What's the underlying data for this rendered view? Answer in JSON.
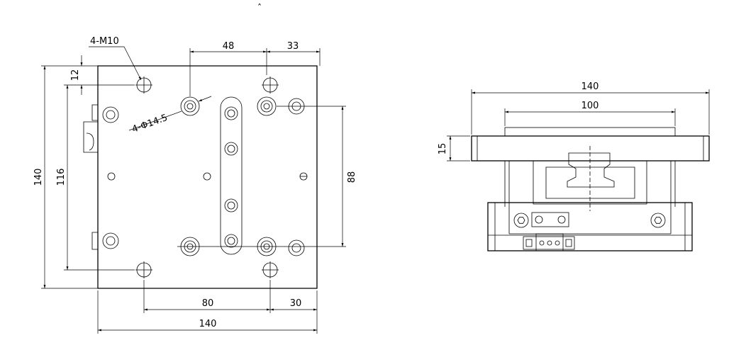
{
  "marks": {
    "top": "ˆ"
  },
  "top_view": {
    "dimensions": {
      "tapped_holes_callout": "4-M10",
      "bore_callout": "4-Φ14.5",
      "top_pitch": "48",
      "top_edge_offset": "33",
      "vertical_edge_offset": "12",
      "overall_height": "140",
      "inner_height": "116",
      "bore_pitch_vertical": "88",
      "bottom_pitch": "80",
      "bottom_edge_offset": "30",
      "overall_width": "140"
    }
  },
  "side_view": {
    "dimensions": {
      "overall_width": "140",
      "inner_width": "100",
      "plate_thickness": "15"
    }
  }
}
